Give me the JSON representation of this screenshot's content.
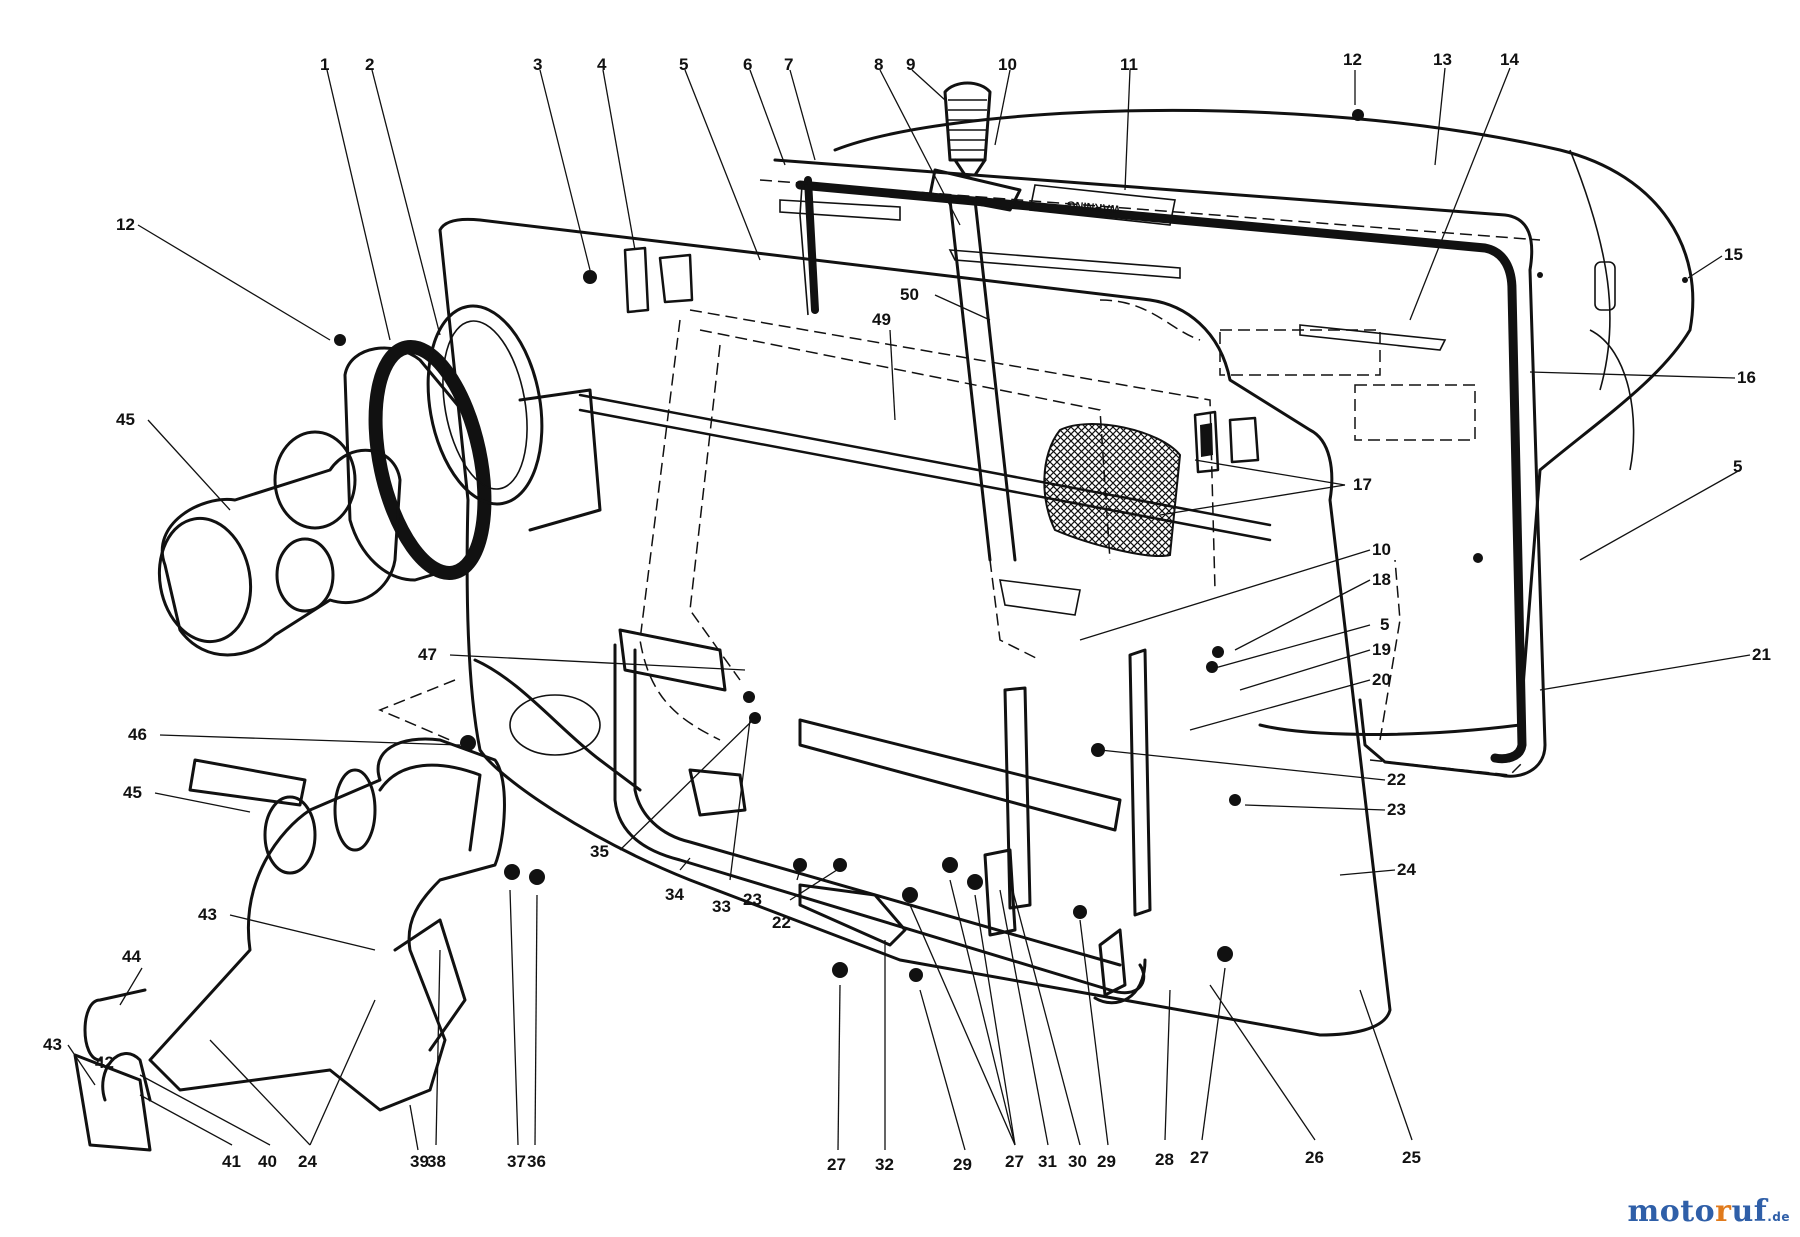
{
  "diagram": {
    "callouts": [
      {
        "id": "c1",
        "text": "1"
      },
      {
        "id": "c2",
        "text": "2"
      },
      {
        "id": "c3",
        "text": "3"
      },
      {
        "id": "c4",
        "text": "4"
      },
      {
        "id": "c5a",
        "text": "5"
      },
      {
        "id": "c6",
        "text": "6"
      },
      {
        "id": "c7",
        "text": "7"
      },
      {
        "id": "c8",
        "text": "8"
      },
      {
        "id": "c9",
        "text": "9"
      },
      {
        "id": "c10a",
        "text": "10"
      },
      {
        "id": "c11",
        "text": "11"
      },
      {
        "id": "c12a",
        "text": "12"
      },
      {
        "id": "c13",
        "text": "13"
      },
      {
        "id": "c14",
        "text": "14"
      },
      {
        "id": "c12b",
        "text": "12"
      },
      {
        "id": "c15",
        "text": "15"
      },
      {
        "id": "c16",
        "text": "16"
      },
      {
        "id": "c45a",
        "text": "45"
      },
      {
        "id": "c50",
        "text": "50"
      },
      {
        "id": "c49",
        "text": "49"
      },
      {
        "id": "c5b",
        "text": "5"
      },
      {
        "id": "c17",
        "text": "17"
      },
      {
        "id": "c10b",
        "text": "10"
      },
      {
        "id": "c18",
        "text": "18"
      },
      {
        "id": "c5c",
        "text": "5"
      },
      {
        "id": "c19",
        "text": "19"
      },
      {
        "id": "c21",
        "text": "21"
      },
      {
        "id": "c20",
        "text": "20"
      },
      {
        "id": "c47",
        "text": "47"
      },
      {
        "id": "c46",
        "text": "46"
      },
      {
        "id": "c22a",
        "text": "22"
      },
      {
        "id": "c23a",
        "text": "23"
      },
      {
        "id": "c45b",
        "text": "45"
      },
      {
        "id": "c35",
        "text": "35"
      },
      {
        "id": "c24a",
        "text": "24"
      },
      {
        "id": "c34",
        "text": "34"
      },
      {
        "id": "c33",
        "text": "33"
      },
      {
        "id": "c23b",
        "text": "23"
      },
      {
        "id": "c22b",
        "text": "22"
      },
      {
        "id": "c43a",
        "text": "43"
      },
      {
        "id": "c44",
        "text": "44"
      },
      {
        "id": "c43b",
        "text": "43"
      },
      {
        "id": "c42",
        "text": "42"
      },
      {
        "id": "c41",
        "text": "41"
      },
      {
        "id": "c40",
        "text": "40"
      },
      {
        "id": "c24b",
        "text": "24"
      },
      {
        "id": "c39",
        "text": "39"
      },
      {
        "id": "c38",
        "text": "38"
      },
      {
        "id": "c37",
        "text": "37"
      },
      {
        "id": "c36",
        "text": "36"
      },
      {
        "id": "c27a",
        "text": "27"
      },
      {
        "id": "c32",
        "text": "32"
      },
      {
        "id": "c29a",
        "text": "29"
      },
      {
        "id": "c27b",
        "text": "27"
      },
      {
        "id": "c31",
        "text": "31"
      },
      {
        "id": "c30",
        "text": "30"
      },
      {
        "id": "c29b",
        "text": "29"
      },
      {
        "id": "c28",
        "text": "28"
      },
      {
        "id": "c27c",
        "text": "27"
      },
      {
        "id": "c26",
        "text": "26"
      },
      {
        "id": "c25",
        "text": "25"
      }
    ],
    "decal_text": "WARNING"
  },
  "watermark": {
    "part1": "moto",
    "part2": "r",
    "part3": "uf",
    "suffix": ".de"
  },
  "colors": {
    "line": "#111111",
    "background": "#ffffff",
    "brand_blue": "#2f5fa8",
    "brand_orange": "#e07a1c"
  }
}
